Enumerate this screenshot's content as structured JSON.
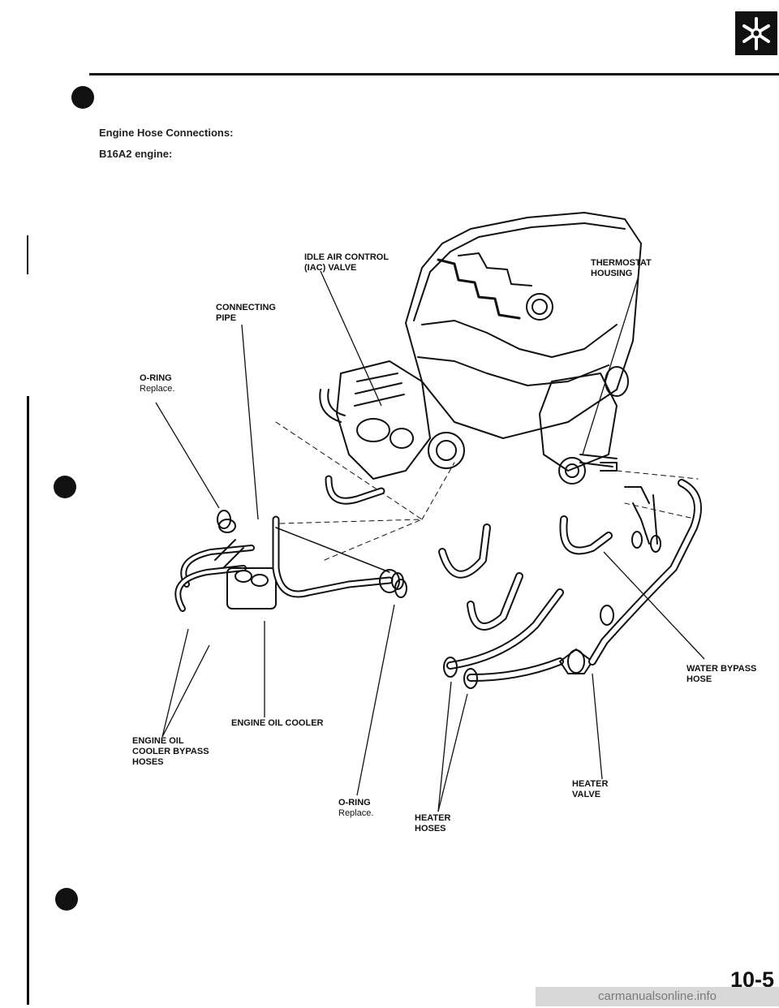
{
  "header": {
    "title": "Engine Hose Connections:",
    "subtitle": "B16A2 engine:",
    "section_icon": "coolant-system-icon"
  },
  "labels": {
    "iac_valve": "IDLE AIR CONTROL\n(IAC) VALVE",
    "thermostat_housing": "THERMOSTAT\nHOUSING",
    "connecting_pipe": "CONNECTING\nPIPE",
    "oring_top": "O-RING",
    "oring_top_note": "Replace.",
    "water_bypass_hose": "WATER BYPASS\nHOSE",
    "engine_oil_cooler": "ENGINE OIL COOLER",
    "oil_cooler_bypass_hoses": "ENGINE OIL\nCOOLER BYPASS\nHOSES",
    "heater_valve": "HEATER\nVALVE",
    "oring_bottom": "O-RING",
    "oring_bottom_note": "Replace.",
    "heater_hoses": "HEATER\nHOSES"
  },
  "footer": {
    "page_number": "10-5",
    "watermark": "carmanualsonline.info"
  },
  "colors": {
    "ink": "#111111",
    "paper": "#ffffff",
    "watermark_bg": "#d8d8d8"
  }
}
